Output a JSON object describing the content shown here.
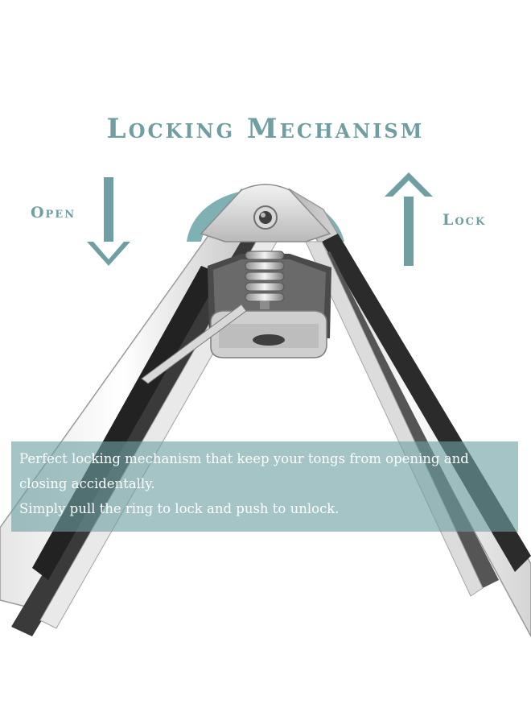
{
  "headline": "Locking Mechanism",
  "labels": {
    "open": "Open",
    "lock": "Lock"
  },
  "arrows": {
    "open_arrow_icon": "arrow-down-icon",
    "lock_arrow_icon": "arrow-up-icon"
  },
  "caption": {
    "line1": "Perfect locking mechanism that keep your tongs from opening and",
    "line2": "closing accidentally.",
    "line3": "Simply pull the ring to lock and push to unlock."
  },
  "colors": {
    "accent": "#6f9fa2",
    "caption_panel": "#6ea0a2",
    "caption_text": "#ffffff",
    "background": "#ffffff"
  }
}
